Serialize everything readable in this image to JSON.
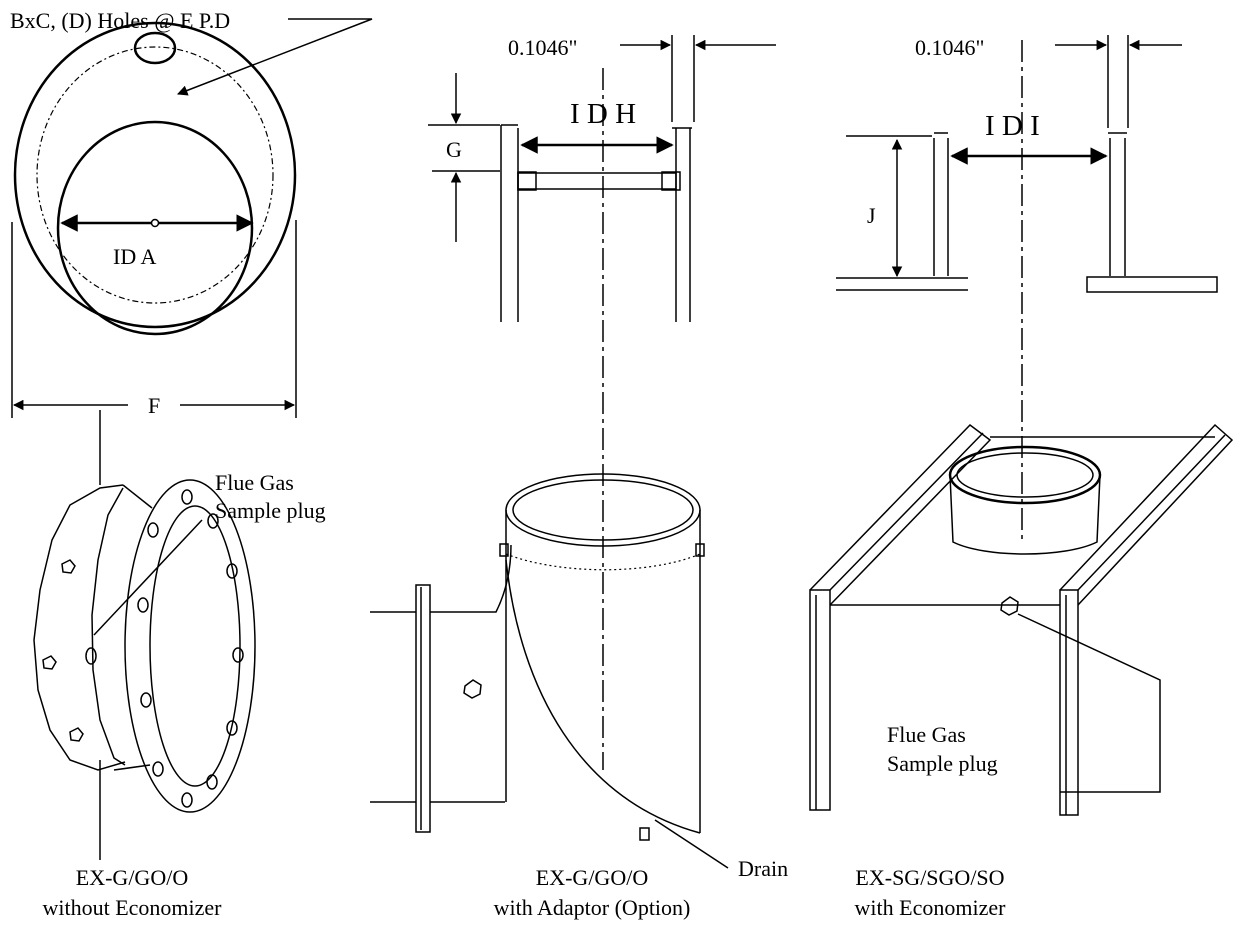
{
  "labels": {
    "holes": "BxC, (D) Holes @ E P.D",
    "id_a": "ID A",
    "f": "F",
    "thickness_mid": "0.1046\"",
    "thickness_right": "0.1046\"",
    "id_h": "I D H",
    "g": "G",
    "id_i": "I D I",
    "j": "J",
    "flue_gas_left_1": "Flue Gas",
    "flue_gas_left_2": "Sample plug",
    "flue_gas_right_1": "Flue Gas",
    "flue_gas_right_2": "Sample plug",
    "drain": "Drain"
  },
  "captions": {
    "left_1": "EX-G/GO/O",
    "left_2": "without Economizer",
    "middle_1": "EX-G/GO/O",
    "middle_2": "with Adaptor (Option)",
    "right_1": "EX-SG/SGO/SO",
    "right_2": "with Economizer"
  }
}
